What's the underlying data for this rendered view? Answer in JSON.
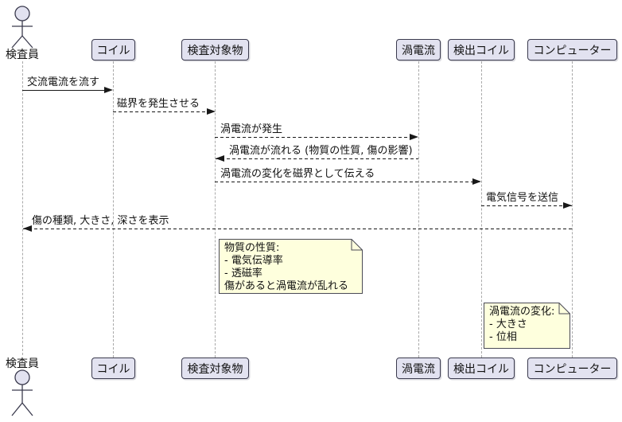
{
  "diagram": {
    "type": "sequence-diagram",
    "colors": {
      "participant_fill": "#E2E2F0",
      "participant_border": "#3b3b4e",
      "note_fill": "#FEFFDD",
      "note_border": "#4a4a55",
      "lifeline": "#a9a9a9",
      "message_line": "#181818",
      "background": "#ffffff"
    },
    "participants": [
      {
        "name": "検査員",
        "type": "actor"
      },
      {
        "name": "コイル",
        "type": "participant"
      },
      {
        "name": "検査対象物",
        "type": "participant"
      },
      {
        "name": "渦電流",
        "type": "participant"
      },
      {
        "name": "検出コイル",
        "type": "participant"
      },
      {
        "name": "コンピューター",
        "type": "participant"
      }
    ],
    "messages": [
      {
        "from": "検査員",
        "to": "コイル",
        "label": "交流電流を流す",
        "style": "solid"
      },
      {
        "from": "コイル",
        "to": "検査対象物",
        "label": "磁界を発生させる",
        "style": "dotted"
      },
      {
        "from": "検査対象物",
        "to": "渦電流",
        "label": "渦電流が発生",
        "style": "dotted"
      },
      {
        "from": "渦電流",
        "to": "検査対象物",
        "label": "渦電流が流れる (物質の性質, 傷の影響)",
        "style": "dotted"
      },
      {
        "from": "検査対象物",
        "to": "検出コイル",
        "label": "渦電流の変化を磁界として伝える",
        "style": "dotted"
      },
      {
        "from": "検出コイル",
        "to": "コンピューター",
        "label": "電気信号を送信",
        "style": "dotted"
      },
      {
        "from": "コンピューター",
        "to": "検査員",
        "label": "傷の種類, 大きさ, 深さを表示",
        "style": "dotted"
      }
    ],
    "notes": [
      {
        "anchor": "検査対象物",
        "lines": [
          "物質の性質:",
          "- 電気伝導率",
          "- 透磁率",
          "傷があると渦電流が乱れる"
        ]
      },
      {
        "anchor": "検出コイル",
        "lines": [
          "渦電流の変化:",
          "- 大きさ",
          "- 位相"
        ]
      }
    ]
  }
}
